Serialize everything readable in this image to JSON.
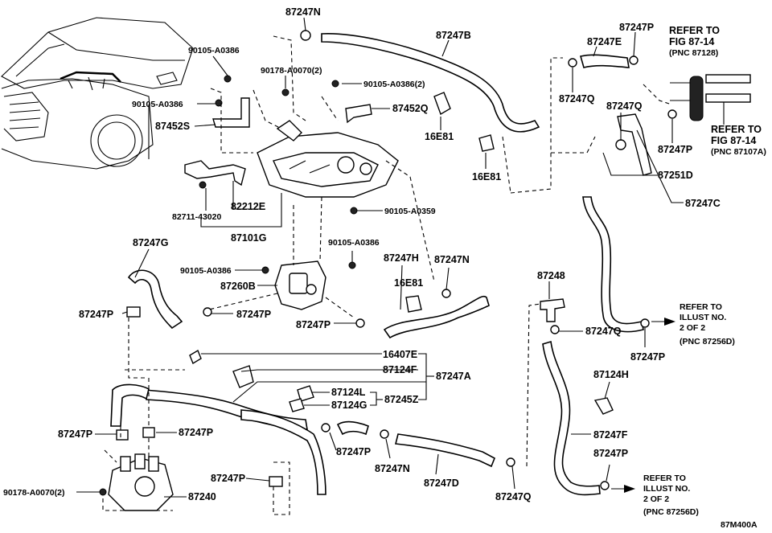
{
  "diagram_code": "87M400A",
  "labels": {
    "l87247N_top": "87247N",
    "l87247B": "87247B",
    "l87247E": "87247E",
    "l87247P_tr": "87247P",
    "refer_fig_87128_1": "REFER TO",
    "refer_fig_87128_2": "FIG 87-14",
    "refer_fig_87128_3": "(PNC 87128)",
    "l90105_A0386_a": "90105-A0386",
    "l90178_A0070_a": "90178-A0070(2)",
    "l90105_A0386_2": "90105-A0386(2)",
    "l87452Q": "87452Q",
    "l90105_A0386_b": "90105-A0386",
    "l87452S": "87452S",
    "l16E81_a": "16E81",
    "l16E81_b": "16E81",
    "l87247Q_a": "87247Q",
    "l87247Q_b": "87247Q",
    "l87247P_b": "87247P",
    "refer_fig_87107A_1": "REFER TO",
    "refer_fig_87107A_2": "FIG 87-14",
    "refer_fig_87107A_3": "(PNC 87107A)",
    "l87251D": "87251D",
    "l82212E": "82212E",
    "l82711_43020": "82711-43020",
    "l87101G": "87101G",
    "l90105_A0359": "90105-A0359",
    "l87247C": "87247C",
    "l87247G": "87247G",
    "l90105_A0386_c": "90105-A0386",
    "l90105_A0386_d": "90105-A0386",
    "l87247H": "87247H",
    "l87247N_mid": "87247N",
    "l16E81_c": "16E81",
    "l87260B": "87260B",
    "l87248": "87248",
    "refer_illust_1_1": "REFER TO",
    "refer_illust_1_2": "ILLUST NO.",
    "refer_illust_1_3": "2 OF 2",
    "refer_illust_1_4": "(PNC 87256D)",
    "l87247P_c": "87247P",
    "l87247P_d": "87247P",
    "l87247Q_c": "87247Q",
    "l87247P_e": "87247P",
    "l16407E": "16407E",
    "l87124F": "87124F",
    "l87247A": "87247A",
    "l87124H": "87124H",
    "l87124L": "87124L",
    "l87124G": "87124G",
    "l87245Z": "87245Z",
    "l87247F": "87247F",
    "l87247P_f": "87247P",
    "l87247P_g": "87247P",
    "l87247P_h": "87247P",
    "l87247N_bot": "87247N",
    "l87247D": "87247D",
    "l87247P_i": "87247P",
    "refer_illust_2_1": "REFER TO",
    "refer_illust_2_2": "ILLUST NO.",
    "refer_illust_2_3": "2 OF 2",
    "refer_illust_2_4": "(PNC 87256D)",
    "l90178_A0070_b": "90178-A0070(2)",
    "l87240": "87240",
    "l87247Q_d": "87247Q"
  }
}
